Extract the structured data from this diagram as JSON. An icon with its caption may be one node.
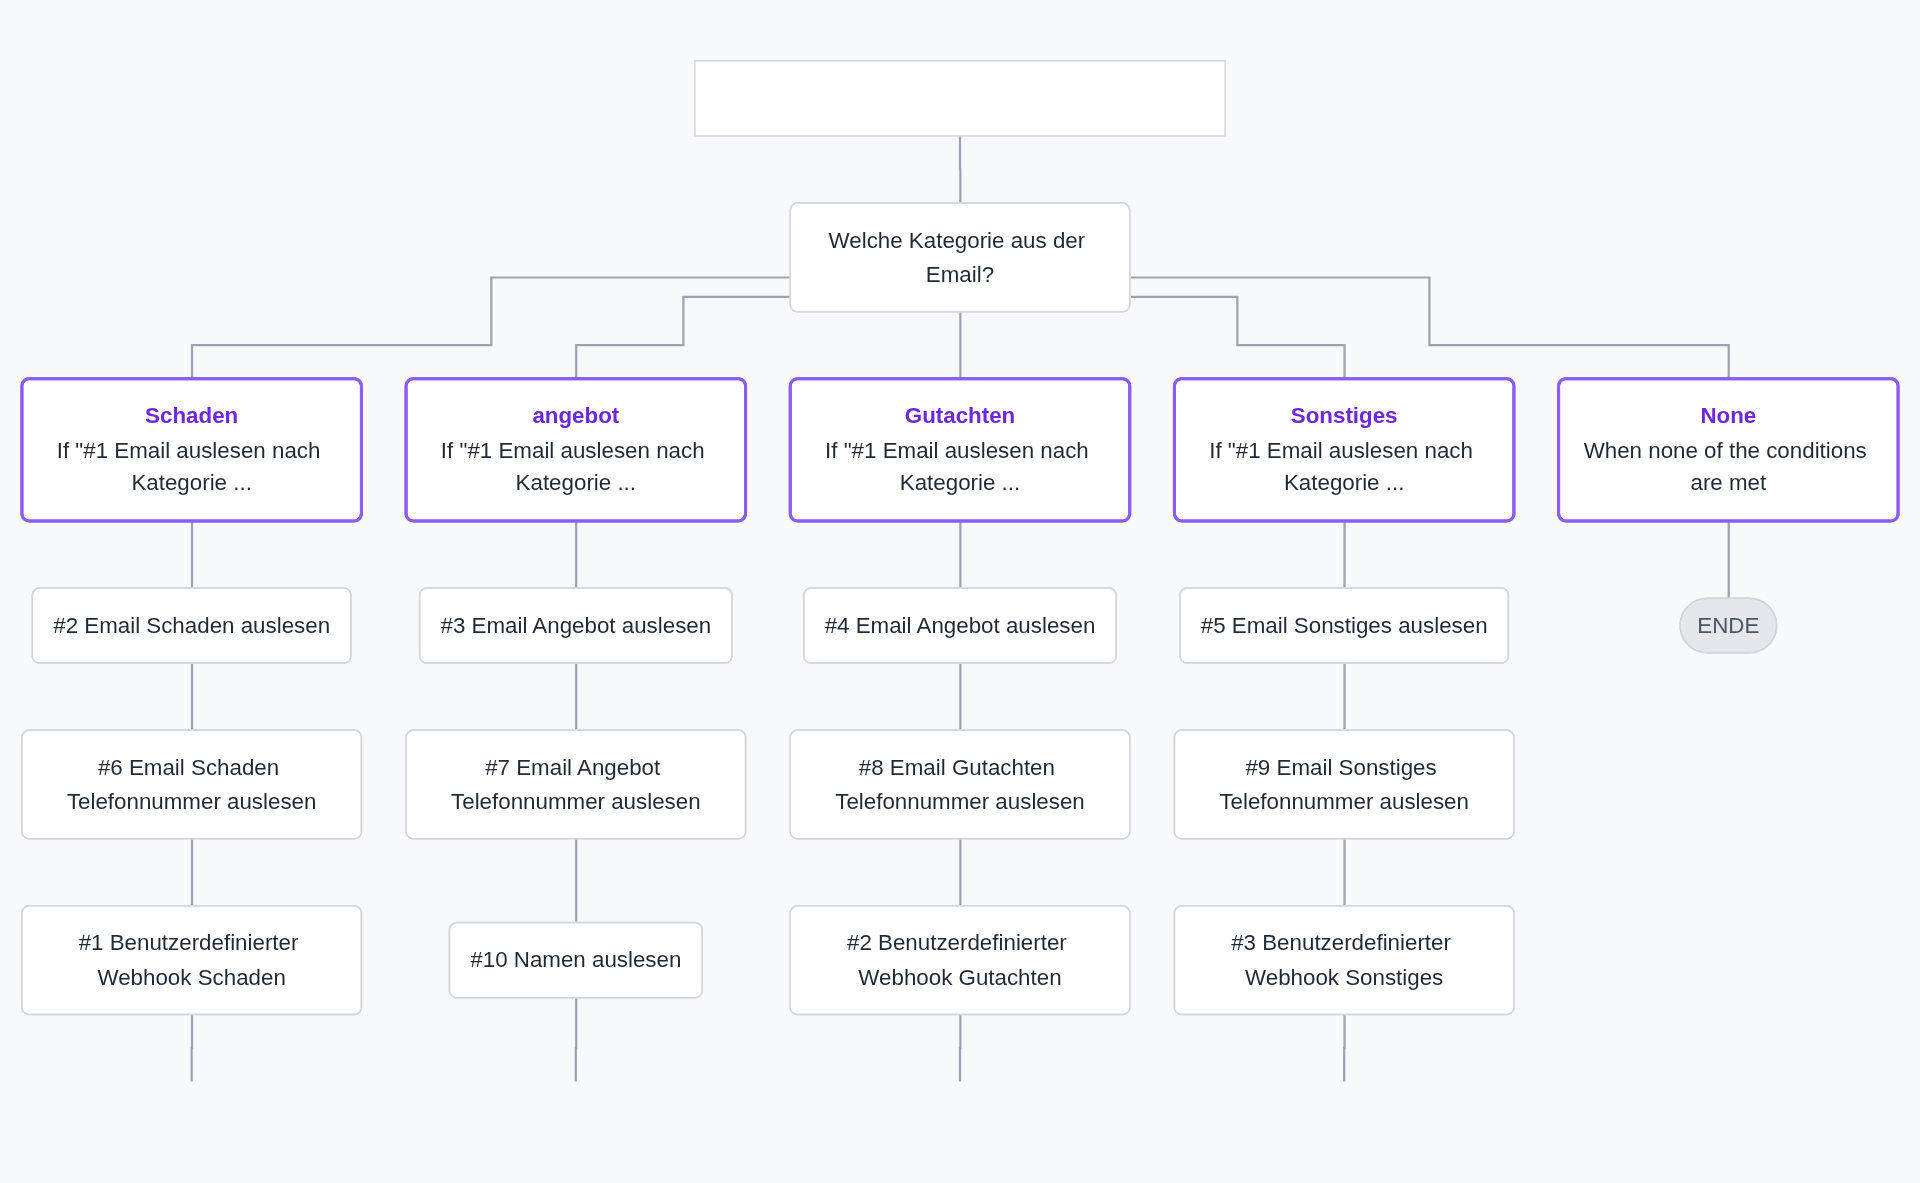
{
  "diagram": {
    "nodes": [
      {
        "text": [],
        "shape": "box"
      },
      {
        "text": [
          "Welche Kategorie aus der Email?"
        ]
      },
      {
        "text": [
          "Schaden",
          "If \"#1 Email auslesen nach Kategorie ..."
        ]
      },
      {
        "text": [
          "angebot",
          "If \"#1 Email auslesen nach Kategorie ..."
        ]
      },
      {
        "text": [
          "Gutachten",
          "If \"#1 Email auslesen nach Kategorie ..."
        ]
      },
      {
        "text": [
          "Sonstiges",
          "If \"#1 Email auslesen nach Kategorie ..."
        ]
      },
      {
        "text": [
          "None",
          "When none of the conditions are met"
        ]
      },
      {
        "text": [
          "#2 Email Schaden auslesen"
        ]
      },
      {
        "text": [
          "#3 Email Angebot auslesen"
        ]
      },
      {
        "text": [
          "#4 Email Angebot auslesen"
        ]
      },
      {
        "text": [
          "#5 Email Sonstiges auslesen"
        ]
      },
      {
        "text": [
          "ENDE"
        ]
      },
      {
        "text": [
          "#6 Email Schaden Telefonnummer auslesen"
        ]
      },
      {
        "text": [
          "#7 Email Angebot Telefonnummer auslesen"
        ]
      },
      {
        "text": [
          "#8 Email Gutachten Telefonnummer auslesen"
        ]
      },
      {
        "text": [
          "#9 Email Sonstiges Telefonnummer auslesen"
        ]
      },
      {
        "text": [
          "#1 Benutzerdefinierter Webhook Schaden"
        ]
      },
      {
        "text": [
          "#10 Namen auslesen"
        ]
      },
      {
        "text": [
          "#2 Benutzerdefinierter Webhook Gutachten"
        ]
      },
      {
        "text": [
          "#3 Benutzerdefinierter Webhook Sonstiges"
        ]
      }
    ],
    "edges": [
      {
        "from": 0,
        "to": 1,
        "arrow": "none"
      },
      {
        "from": 1,
        "to": 2,
        "arrow": "none"
      },
      {
        "from": 1,
        "to": 3,
        "arrow": "none"
      },
      {
        "from": 1,
        "to": 4,
        "arrow": "none"
      },
      {
        "from": 1,
        "to": 5,
        "arrow": "none"
      },
      {
        "from": 1,
        "to": 6,
        "arrow": "none"
      },
      {
        "from": 2,
        "to": 7,
        "arrow": "none"
      },
      {
        "from": 3,
        "to": 8,
        "arrow": "none"
      },
      {
        "from": 4,
        "to": 9,
        "arrow": "none"
      },
      {
        "from": 5,
        "to": 10,
        "arrow": "none"
      },
      {
        "from": 6,
        "to": 11,
        "arrow": "none"
      },
      {
        "from": 7,
        "to": 12,
        "arrow": "none"
      },
      {
        "from": 8,
        "to": 13,
        "arrow": "none"
      },
      {
        "from": 9,
        "to": 14,
        "arrow": "none"
      },
      {
        "from": 10,
        "to": 15,
        "arrow": "none"
      },
      {
        "from": 12,
        "to": 16,
        "arrow": "none"
      },
      {
        "from": 13,
        "to": 17,
        "arrow": "none"
      },
      {
        "from": 14,
        "to": 18,
        "arrow": "none"
      },
      {
        "from": 15,
        "to": 19,
        "arrow": "none"
      },
      {
        "from": 16,
        "to": null,
        "arrow": "none"
      },
      {
        "from": 17,
        "to": null,
        "arrow": "none"
      },
      {
        "from": 18,
        "to": null,
        "arrow": "none"
      },
      {
        "from": 19,
        "to": null,
        "arrow": "none"
      }
    ]
  }
}
